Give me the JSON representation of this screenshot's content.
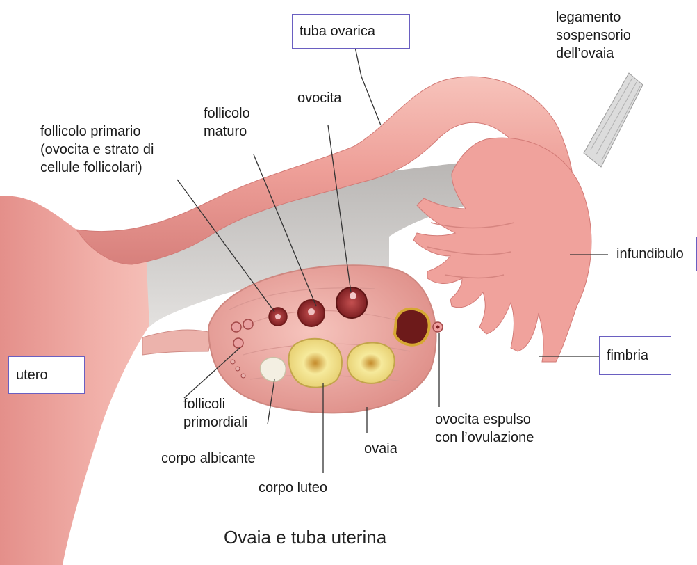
{
  "labels": {
    "tuba_ovarica": "tuba ovarica",
    "legamento_1": "legamento",
    "legamento_2": "sospensorio",
    "legamento_3": "dell’ovaia",
    "ovocita": "ovocita",
    "follicolo_maturo_1": "follicolo",
    "follicolo_maturo_2": "maturo",
    "follicolo_primario_1": "follicolo primario",
    "follicolo_primario_2": "(ovocita e strato di",
    "follicolo_primario_3": "cellule follicolari)",
    "infundibulo": "infundibulo",
    "fimbria": "fimbria",
    "utero": "utero",
    "follicoli_primordiali_1": "follicoli",
    "follicoli_primordiali_2": "primordiali",
    "corpo_albicante": "corpo albicante",
    "corpo_luteo": "corpo luteo",
    "ovaia": "ovaia",
    "ovocita_espulso_1": "ovocita espulso",
    "ovocita_espulso_2": "con l’ovulazione"
  },
  "caption": "Ovaia e tuba uterina",
  "colors": {
    "tissue": "#f0a8a0",
    "tissue_dark": "#d97c78",
    "tissue_light": "#f9d0c8",
    "ovary": "#e9a9a4",
    "follicle": "#8b2a2a",
    "corpus_luteum": "#f2e08a",
    "corpus_albicans": "#f1ede0",
    "ligament": "#d8d8d8",
    "leader": "#333333",
    "box_border": "#6a5fc1"
  }
}
